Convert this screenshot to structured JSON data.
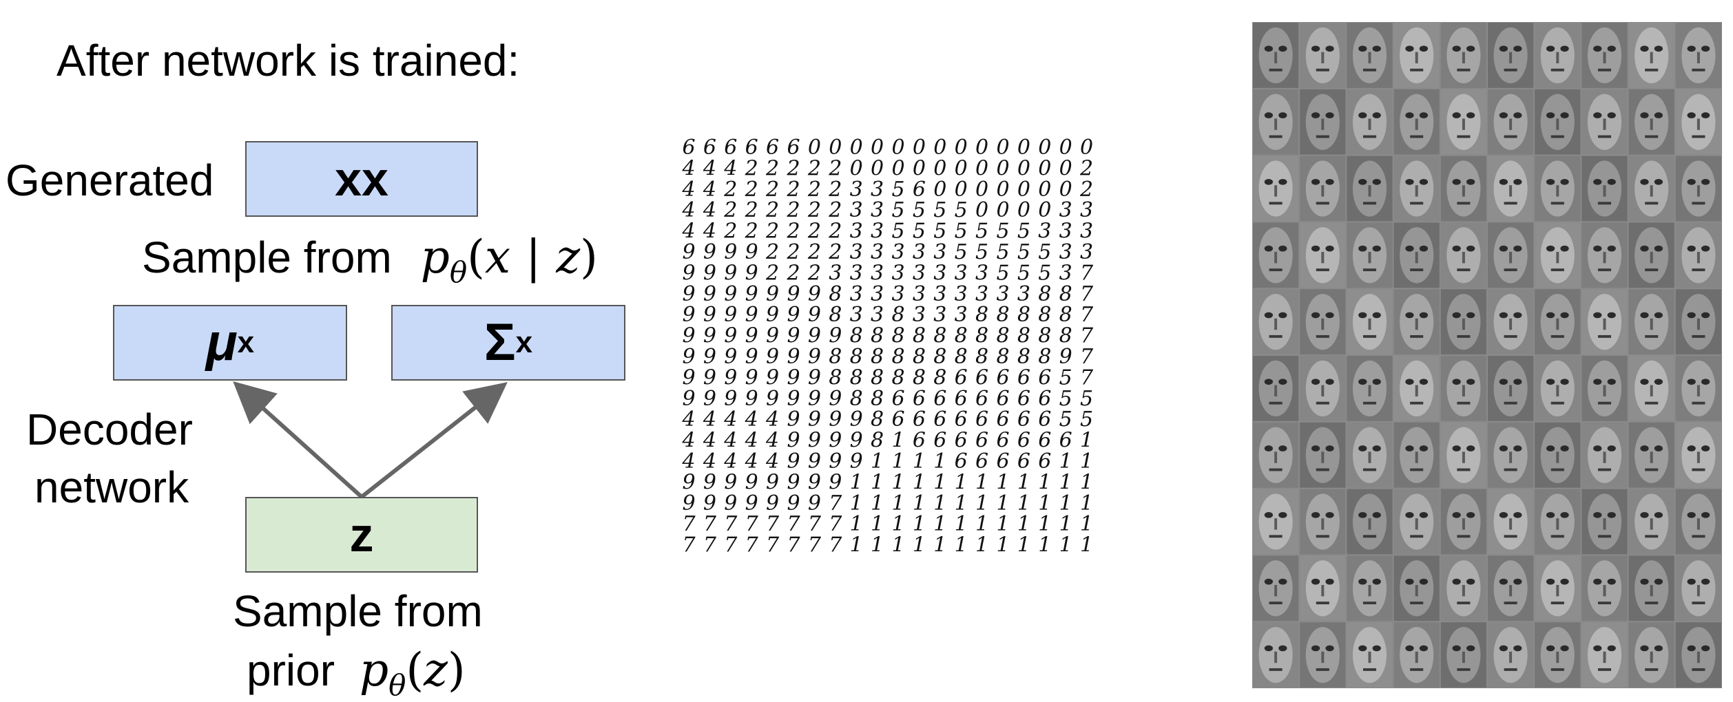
{
  "heading": "After network is trained:",
  "generated_label": "Generated",
  "output_box": {
    "label": "xx"
  },
  "sample_x_caption": "Sample from",
  "sample_x_math": {
    "p": "p",
    "theta": "θ",
    "open": "(",
    "x": "x",
    "bar": "|",
    "z": "z",
    "close": ")"
  },
  "mu_box": {
    "symbol": "μ",
    "superscript": "x"
  },
  "sigma_box": {
    "symbol": "Σ",
    "superscript": "x"
  },
  "decoder_label": {
    "line1": "Decoder",
    "line2": "network"
  },
  "latent_box": {
    "label": "z"
  },
  "prior_caption": {
    "line1": "Sample from",
    "line2": "prior"
  },
  "prior_math": {
    "p": "p",
    "theta": "θ",
    "open": "(",
    "z": "z",
    "close": ")"
  },
  "colors": {
    "blue_box": "#c9daf8",
    "green_box": "#d9ead3",
    "arrow": "#666666",
    "face_background": "#8a8a8a"
  },
  "mnist_grid": {
    "rows": [
      "66666600000000000000",
      "44422222000000000002",
      "44222222335600000002",
      "44222222335555000033",
      "44222222335555555333",
      "99992222333335555533",
      "99992223333333355537",
      "99999998333333333887",
      "99999998338333888887",
      "99999999888888888887",
      "99999998888888888897",
      "99999998888886666657",
      "99999999886666666655",
      "44444999986666666655",
      "44444999981666666661",
      "44444999911116666611",
      "99999999111111111111",
      "99999997111111111111",
      "77777777111111111111",
      "77777777111111111111"
    ]
  },
  "face_grid": {
    "rows": 10,
    "cols": 10
  }
}
